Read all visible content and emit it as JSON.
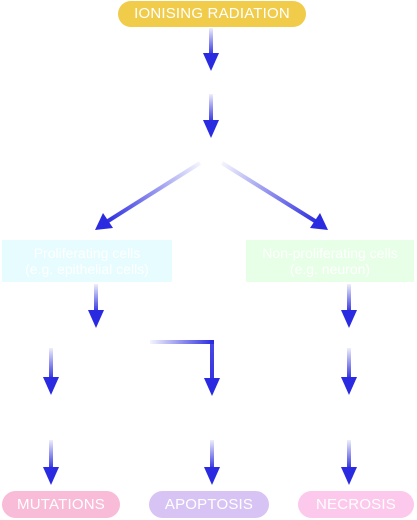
{
  "nodes": {
    "title": "IONISING RADIATION",
    "proliferating_line1": "Proliferating cells",
    "proliferating_line2": "(e.g. epithelial cells)",
    "non_proliferating_line1": "Non-proliferating cells",
    "non_proliferating_line2": "(e.g. neuron)",
    "mutations": "MUTATIONS",
    "apoptosis": "APOPTOSIS",
    "necrosis": "NECROSIS"
  },
  "colors": {
    "arrow": "#2a2ae0",
    "title_fill": "#f0cc4a",
    "proliferating_fill": "#e6fcff",
    "non_proliferating_fill": "#e6ffe6",
    "mutations_fill": "#f8bcd8",
    "apoptosis_fill": "#d8c4f4",
    "necrosis_fill": "#fcc8ec"
  }
}
